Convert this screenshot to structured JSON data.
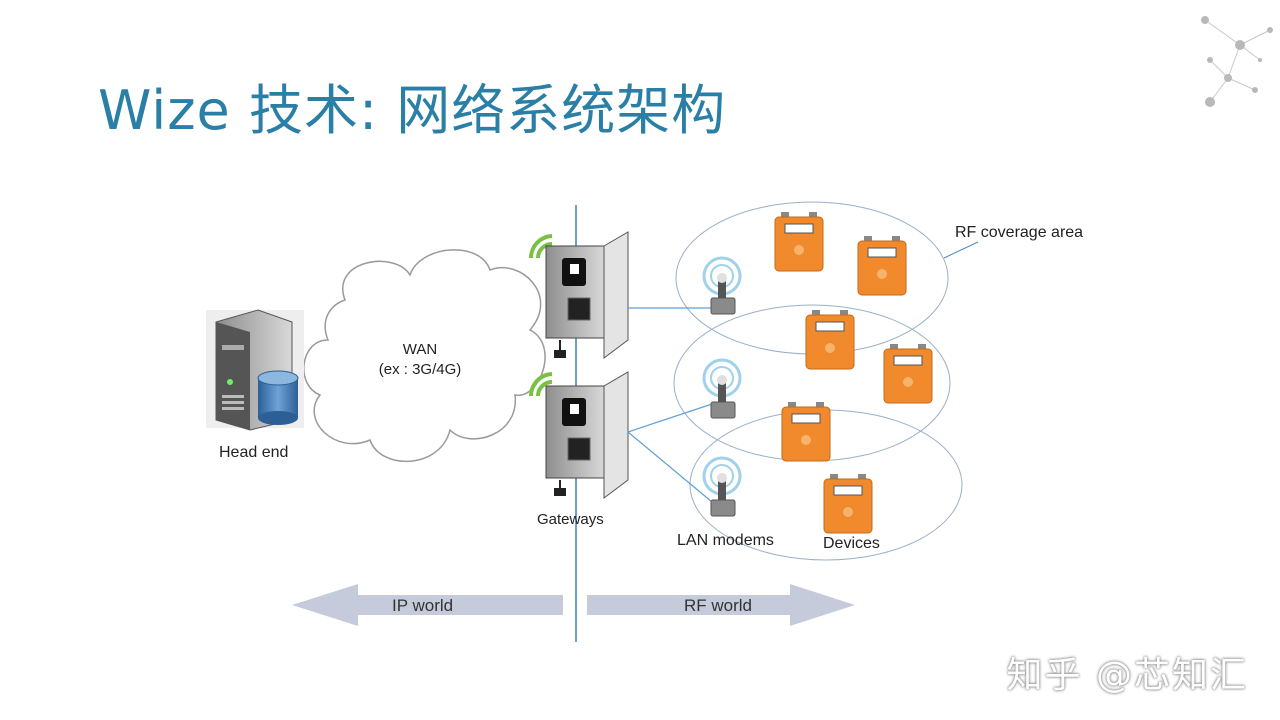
{
  "title": "Wize 技术: 网络系统架构",
  "labels": {
    "head_end": "Head end",
    "wan_line1": "WAN",
    "wan_line2": "(ex : 3G/4G)",
    "gateways": "Gateways",
    "lan_modems": "LAN modems",
    "devices": "Devices",
    "rf_coverage": "RF coverage area",
    "ip_world": "IP world",
    "rf_world": "RF world"
  },
  "watermark": "知乎 @芯知汇",
  "colors": {
    "title": "#2a7fa6",
    "divider": "#4a86c8",
    "meter": "#f08a2c",
    "arrow": "#c5cbdb",
    "signal": "#7ac043"
  }
}
